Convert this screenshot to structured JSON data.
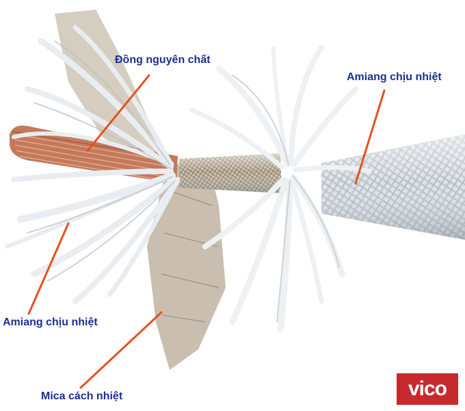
{
  "labels": {
    "copper": "Đồng nguyên chất",
    "asbestos_right": "Amiang chịu nhiệt",
    "asbestos_left": "Amiang chịu nhiệt",
    "mica": "Mica cách nhiệt"
  },
  "logo": {
    "text": "vico"
  },
  "colors": {
    "label_text": "#1c2f8f",
    "pointer_line": "#e8501e",
    "logo_background": "#c62a2f",
    "logo_text": "#ffffff",
    "copper": "#c47a5a",
    "fiber": "#e9edf1"
  }
}
